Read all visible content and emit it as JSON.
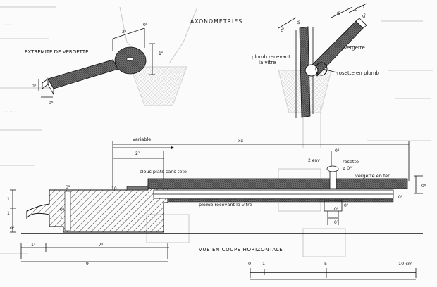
{
  "titles": {
    "axonometries": "AXONOMETRIES",
    "section_view": "VUE EN COUPE HORIZONTALE"
  },
  "labels": {
    "extremite": "EXTREMITE DE VERGETTE",
    "plomb_recevant_l1": "plomb recevant",
    "plomb_recevant_l2": "la vitre",
    "vergette": "vergette",
    "rosette_plomb": "rosette en plomb",
    "variable": "variable",
    "clous": "clous plats sans tête",
    "rosette_l1": "rosette",
    "rosette_l2": "ø 0⁸",
    "vergette_fer": "vergette en fer",
    "plomb_vitre_bottom": "plomb recevant la vitre"
  },
  "dimensions": {
    "d_2_5": "2⁵",
    "d_0_8_top": "0⁸",
    "d_1_8": "1⁸",
    "d_0_6_a": "0⁶",
    "d_0_6_b": "0⁶",
    "d_0_8_axo": "0⁸",
    "d_0_5_axo": "0⁵",
    "d_0_4_axo": "0⁴",
    "d_0_9_axo": "0⁹",
    "d_1_axo": "1",
    "d_0_7_axo": "0⁷",
    "d_0_8_left": "0⁸",
    "d_2_1": "2¹",
    "d_xx": "xx",
    "d_2_env": "2 env",
    "d_0_8_mid": "0⁸",
    "d_0_6_right": "0⁶",
    "d_0_3": "0³",
    "d_10": "10",
    "d_0_5_r": "0⁵",
    "d_1_left": "1",
    "d_1_left2": "1",
    "d_0_5_left": "0⁵",
    "d_1_5": "1⁵",
    "d_7_5": "7⁵",
    "d_9": "9",
    "d_0_8_b": "0⁸",
    "d_0_8_c": "0⁸",
    "d_0_3_b": "0³",
    "d_1_b": "1"
  },
  "scale": {
    "ticks": [
      "0",
      "1",
      "5",
      "10 cm"
    ]
  }
}
